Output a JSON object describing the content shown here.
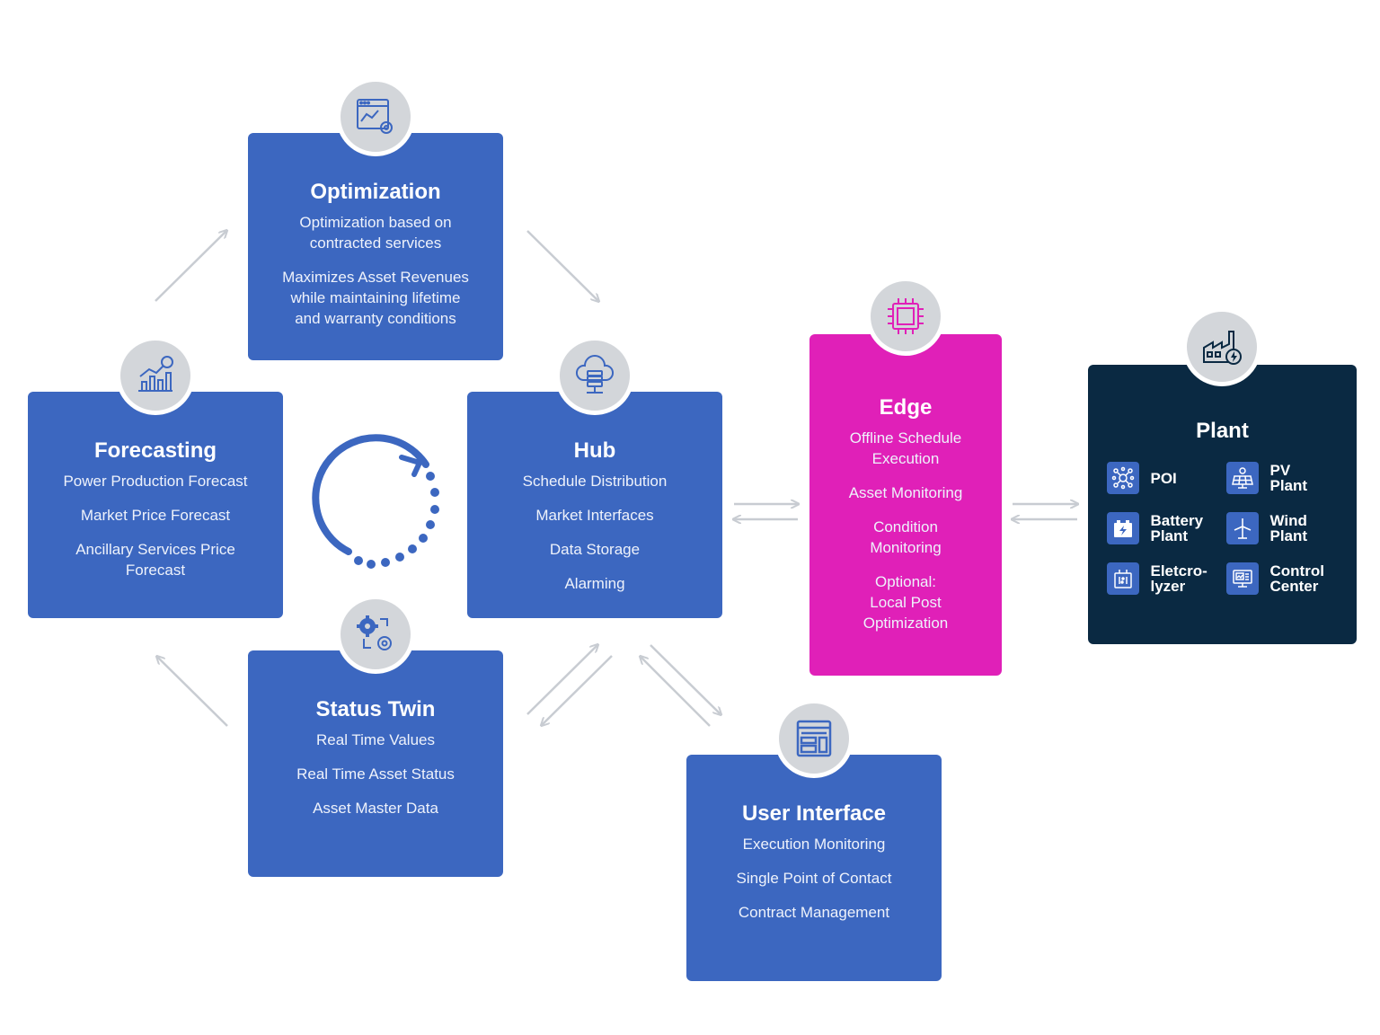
{
  "optimization": {
    "title": "Optimization",
    "items": [
      "Optimization based on\ncontracted services",
      "Maximizes Asset Revenues\nwhile maintaining lifetime\nand warranty conditions"
    ]
  },
  "forecasting": {
    "title": "Forecasting",
    "items": [
      "Power Production Forecast",
      "Market Price Forecast",
      "Ancillary Services Price\nForecast"
    ]
  },
  "hub": {
    "title": "Hub",
    "items": [
      "Schedule Distribution",
      "Market Interfaces",
      "Data Storage",
      "Alarming"
    ]
  },
  "status_twin": {
    "title": "Status Twin",
    "items": [
      "Real Time Values",
      "Real Time Asset Status",
      "Asset Master Data"
    ]
  },
  "user_interface": {
    "title": "User Interface",
    "items": [
      "Execution Monitoring",
      "Single Point of Contact",
      "Contract Management"
    ]
  },
  "edge": {
    "title": "Edge",
    "items": [
      "Offline Schedule\nExecution",
      "Asset Monitoring",
      "Condition\nMonitoring",
      "Optional:\nLocal Post\nOptimization"
    ]
  },
  "plant": {
    "title": "Plant",
    "items": [
      {
        "label": "POI",
        "icon": "network-node-icon"
      },
      {
        "label": "PV\nPlant",
        "icon": "solar-panel-icon"
      },
      {
        "label": "Battery\nPlant",
        "icon": "battery-icon"
      },
      {
        "label": "Wind\nPlant",
        "icon": "wind-turbine-icon"
      },
      {
        "label": "Eletcro-\nlyzer",
        "icon": "electrolyzer-icon"
      },
      {
        "label": "Control\nCenter",
        "icon": "monitor-icon"
      }
    ]
  },
  "colors": {
    "box_blue": "#3c67c0",
    "edge_magenta": "#e020b8",
    "plant_navy": "#0a2942",
    "badge_gray": "#d3d6da",
    "arrow_gray": "#c8ccd2"
  }
}
